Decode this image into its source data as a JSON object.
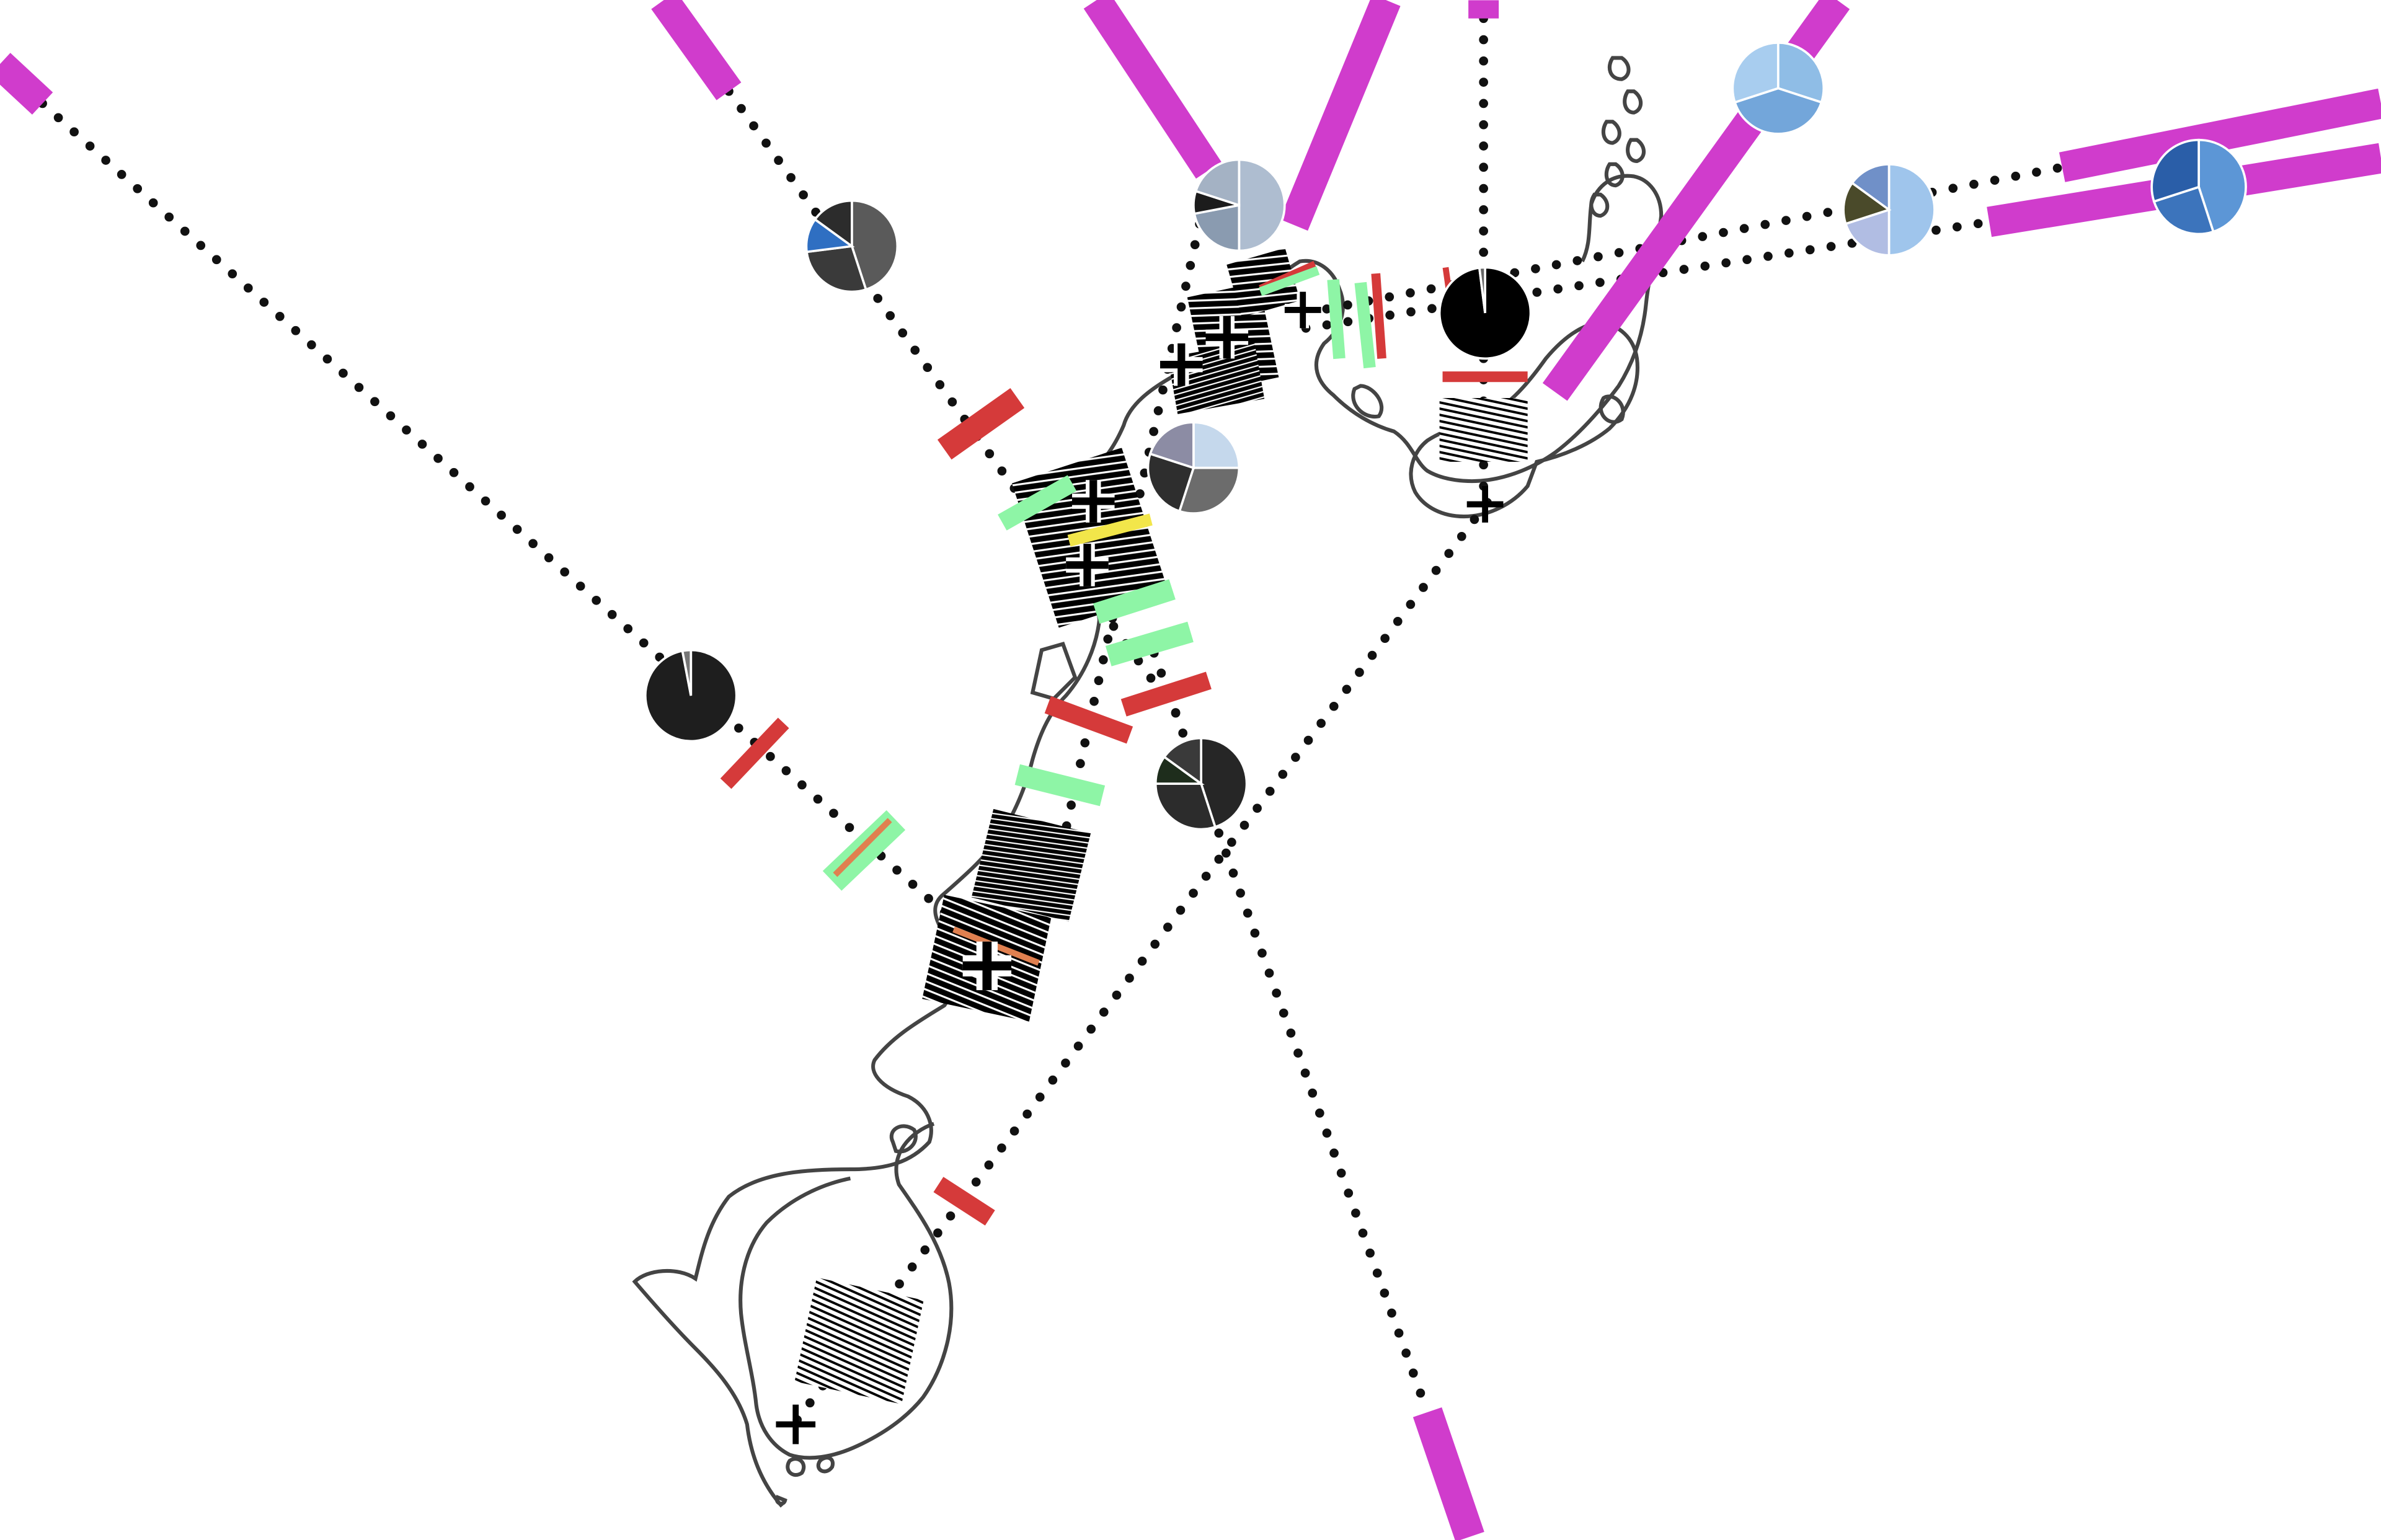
{
  "colors": {
    "background": "#ffffff",
    "magenta": "#d03ccc",
    "red": "#d53a3a",
    "green": "#8ef5a6",
    "yellow": "#f2e64a",
    "orange": "#e08050",
    "outline": "#444444",
    "dots": "#111111",
    "black": "#000000"
  },
  "icons": [
    "plus-marker-icon",
    "hatched-texture-icon",
    "pie-icon"
  ],
  "pies": [
    {
      "slices": [
        {
          "v": 0.45,
          "c": "#5a5a5a"
        },
        {
          "v": 0.28,
          "c": "#3a3a3a"
        },
        {
          "v": 0.12,
          "c": "#2f6fc2"
        },
        {
          "v": 0.15,
          "c": "#2c2c2c"
        }
      ]
    },
    {
      "slices": [
        {
          "v": 0.5,
          "c": "#aebdd0"
        },
        {
          "v": 0.22,
          "c": "#8a9bb0"
        },
        {
          "v": 0.08,
          "c": "#1c1c1c"
        },
        {
          "v": 0.2,
          "c": "#a4b2c4"
        }
      ]
    },
    {
      "slices": [
        {
          "v": 0.25,
          "c": "#c5d8ec"
        },
        {
          "v": 0.3,
          "c": "#6c6c6c"
        },
        {
          "v": 0.25,
          "c": "#2e2e2e"
        },
        {
          "v": 0.2,
          "c": "#8c8ca4"
        }
      ]
    },
    {
      "slices": [
        {
          "v": 0.97,
          "c": "#1e1e1e"
        },
        {
          "v": 0.03,
          "c": "#777777"
        }
      ]
    },
    {
      "slices": [
        {
          "v": 0.45,
          "c": "#262626"
        },
        {
          "v": 0.3,
          "c": "#2c2c2c"
        },
        {
          "v": 0.1,
          "c": "#1e2d1c"
        },
        {
          "v": 0.15,
          "c": "#3a3a3a"
        }
      ]
    },
    {
      "slices": [
        {
          "v": 0.98,
          "c": "#000000"
        },
        {
          "v": 0.02,
          "c": "#666666"
        }
      ]
    },
    {
      "slices": [
        {
          "v": 0.3,
          "c": "#8fbde6"
        },
        {
          "v": 0.4,
          "c": "#73a6da"
        },
        {
          "v": 0.3,
          "c": "#a8cdef"
        }
      ]
    },
    {
      "slices": [
        {
          "v": 0.5,
          "c": "#9fc5ec"
        },
        {
          "v": 0.2,
          "c": "#b1bde3"
        },
        {
          "v": 0.15,
          "c": "#4a4a2a"
        },
        {
          "v": 0.15,
          "c": "#7090c8"
        }
      ]
    },
    {
      "slices": [
        {
          "v": 0.45,
          "c": "#5c96d6"
        },
        {
          "v": 0.25,
          "c": "#3c74bc"
        },
        {
          "v": 0.3,
          "c": "#2a5ea8"
        }
      ]
    }
  ]
}
